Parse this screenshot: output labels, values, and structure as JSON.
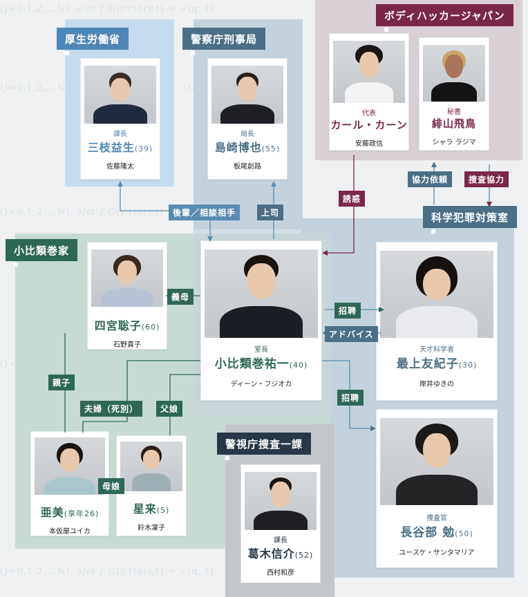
{
  "background_formula": "(J=0,1,2,...N), ∂/∂t ∫ G(y,t)d(y,t) = −(q, t)",
  "groups": {
    "mhlw": "厚生労働省",
    "npa": "警察庁刑事局",
    "bodyhacker": "ボディハッカージャパン",
    "kasahara": "小比類巻家",
    "kagaku": "科学犯罪対策室",
    "mpd": "警視庁捜査一課"
  },
  "cards": {
    "mieda": {
      "role": "課長",
      "name": "三枝益生",
      "age": "(39)",
      "actor": "佐藤隆太"
    },
    "shimazaki": {
      "role": "局長",
      "name": "島崎博也",
      "age": "(55)",
      "actor": "板尾創路"
    },
    "karl": {
      "role": "代表",
      "name": "カール・カーン",
      "age": "",
      "actor": "安藤政信"
    },
    "hiyama": {
      "role": "秘書",
      "name": "緋山飛鳥",
      "age": "",
      "actor": "シャラ ラジマ"
    },
    "shinomiya": {
      "role": "",
      "name": "四宮聡子",
      "age": "(60)",
      "actor": "石野真子"
    },
    "kohiruimaki": {
      "role": "室長",
      "name": "小比類巻祐一",
      "age": "(40)",
      "actor": "ディーン・フジオカ"
    },
    "mogami": {
      "role": "天才科学者",
      "name": "最上友紀子",
      "age": "(30)",
      "actor": "岸井ゆきの"
    },
    "ami": {
      "role": "",
      "name": "亜美",
      "age": "(享年26)",
      "actor": "本仮屋ユイカ"
    },
    "seira": {
      "role": "",
      "name": "星来",
      "age": "(5)",
      "actor": "鈴木凜子"
    },
    "hasebe": {
      "role": "捜査官",
      "name": "長谷部 勉",
      "age": "(50)",
      "actor": "ユースケ・サンタマリア"
    },
    "kuzuki": {
      "role": "課長",
      "name": "葛木信介",
      "age": "(52)",
      "actor": "西村和彦"
    }
  },
  "relations": {
    "senpai": "後輩／相談相手",
    "joushi": "上司",
    "yuwaku": "誘惑",
    "kyouryoku_irai": "協力依頼",
    "sousa_kyouryoku": "捜査協力",
    "gibo": "義母",
    "shouhei1": "招聘",
    "advice": "アドバイス",
    "oyako": "親子",
    "fuufu": "夫婦（死別）",
    "fujou": "父娘",
    "shouhei2": "招聘",
    "boujou": "母娘"
  },
  "colors": {
    "mhlw": "#4f86b8",
    "npa": "#4c6f86",
    "bodyhacker": "#7a2748",
    "kasahara": "#2f6757",
    "kagaku": "#4c6f86",
    "mpd": "#283848",
    "tag_blue": "#5a8bb0",
    "tag_green": "#2f6757",
    "tag_red": "#7a2748",
    "tag_slate": "#4c6f86"
  }
}
